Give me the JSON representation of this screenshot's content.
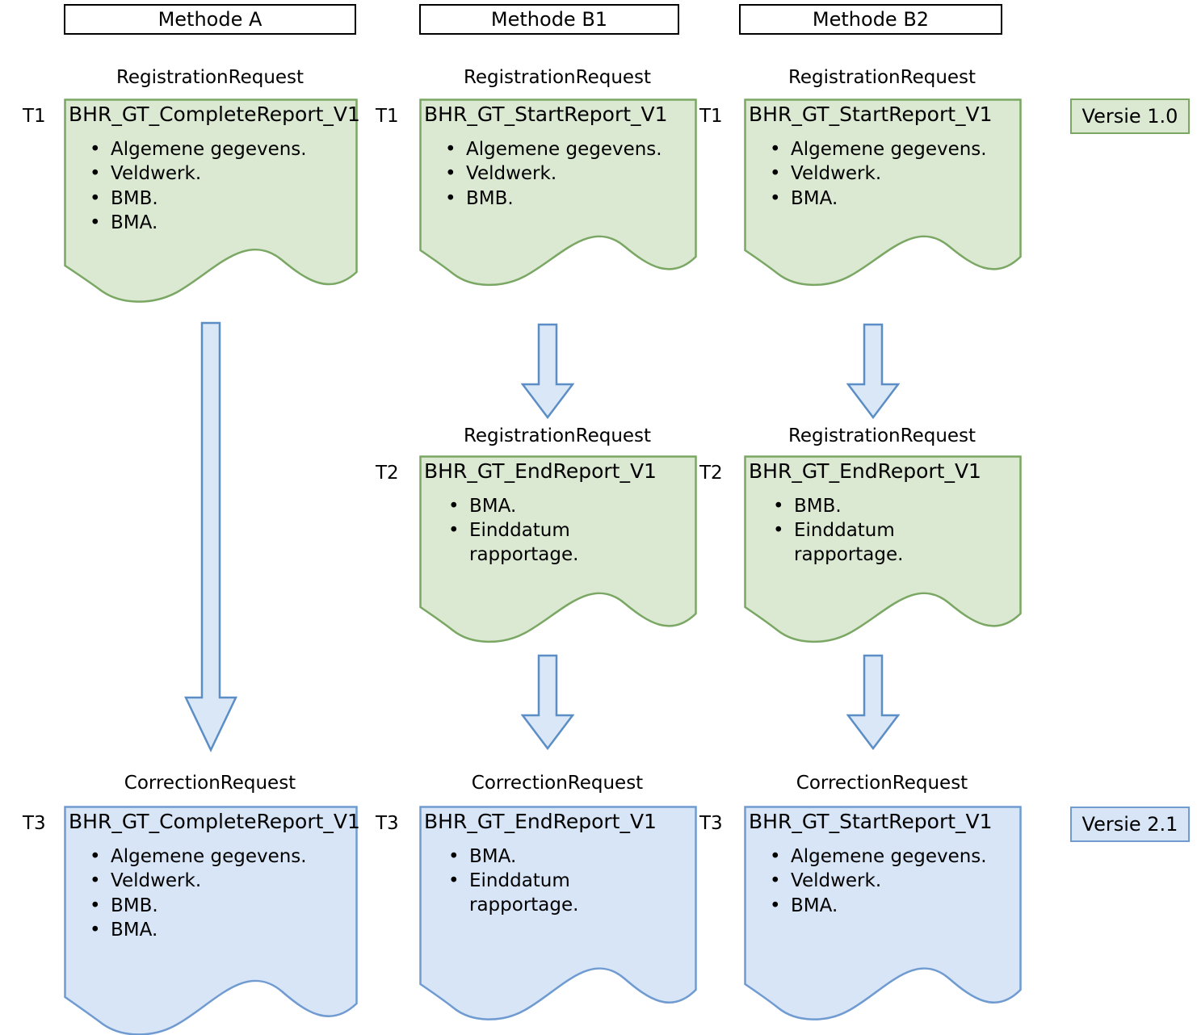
{
  "colors": {
    "green_fill": "#dbe9d2",
    "green_stroke": "#7aa763",
    "blue_fill": "#d7e5f7",
    "blue_stroke": "#6f9bd1",
    "arrow_fill": "#dae7f7",
    "arrow_stroke": "#5b8ec4",
    "header_stroke": "#000000"
  },
  "headers": [
    {
      "label": "Methode A"
    },
    {
      "label": "Methode B1"
    },
    {
      "label": "Methode B2"
    }
  ],
  "legend": [
    {
      "label": "Versie 1.0",
      "style": "green"
    },
    {
      "label": "Versie 2.1",
      "style": "blue"
    }
  ],
  "documents": {
    "a_t1": {
      "caption": "RegistrationRequest",
      "time": "T1",
      "title": "BHR_GT_CompleteReport_V1",
      "items": [
        "Algemene gegevens.",
        "Veldwerk.",
        "BMB.",
        "BMA."
      ],
      "style": "green"
    },
    "b1_t1": {
      "caption": "RegistrationRequest",
      "time": "T1",
      "title": "BHR_GT_StartReport_V1",
      "items": [
        "Algemene gegevens.",
        "Veldwerk.",
        "BMB."
      ],
      "style": "green"
    },
    "b2_t1": {
      "caption": "RegistrationRequest",
      "time": "T1",
      "title": "BHR_GT_StartReport_V1",
      "items": [
        "Algemene gegevens.",
        "Veldwerk.",
        "BMA."
      ],
      "style": "green"
    },
    "b1_t2": {
      "caption": "RegistrationRequest",
      "time": "T2",
      "title": "BHR_GT_EndReport_V1",
      "items": [
        "BMA.",
        "Einddatum rapportage."
      ],
      "style": "green"
    },
    "b2_t2": {
      "caption": "RegistrationRequest",
      "time": "T2",
      "title": "BHR_GT_EndReport_V1",
      "items": [
        "BMB.",
        "Einddatum rapportage."
      ],
      "style": "green"
    },
    "a_t3": {
      "caption": "CorrectionRequest",
      "time": "T3",
      "title": "BHR_GT_CompleteReport_V1",
      "items": [
        "Algemene gegevens.",
        "Veldwerk.",
        "BMB.",
        "BMA."
      ],
      "style": "blue"
    },
    "b1_t3": {
      "caption": "CorrectionRequest",
      "time": "T3",
      "title": "BHR_GT_EndReport_V1",
      "items": [
        "BMA.",
        "Einddatum rapportage."
      ],
      "style": "blue"
    },
    "b2_t3": {
      "caption": "CorrectionRequest",
      "time": "T3",
      "title": "BHR_GT_StartReport_V1",
      "items": [
        "Algemene gegevens.",
        "Veldwerk.",
        "BMA."
      ],
      "style": "blue"
    }
  },
  "bullet_glyph": "•"
}
